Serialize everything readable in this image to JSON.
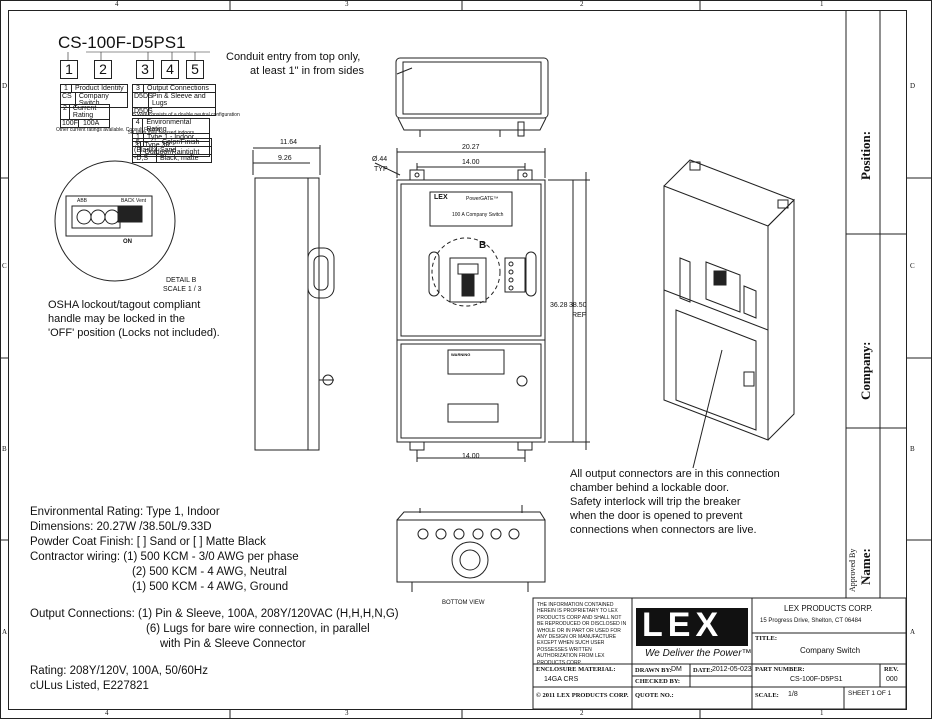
{
  "sheet": {
    "zone_numbers_top": [
      "4",
      "3",
      "2",
      "1"
    ],
    "zone_numbers_bottom": [
      "4",
      "3",
      "2",
      "1"
    ],
    "zone_letters_left": [
      "D",
      "C",
      "B",
      "A"
    ],
    "zone_letters_right": [
      "D",
      "C",
      "B",
      "A"
    ]
  },
  "part_code": {
    "title": "CS-100F-D5PS1",
    "boxes": [
      "1",
      "2",
      "3",
      "4",
      "5"
    ],
    "table1": {
      "num": "1",
      "header": "Product Identity",
      "code": "CS",
      "desc": "Company Switch"
    },
    "table2": {
      "num": "2",
      "header": "Current Rating",
      "code": "100F",
      "desc": "100A"
    },
    "table2_note": "Other current ratings available. Consult Factory",
    "table3": {
      "num": "3",
      "header": "Output Connections",
      "code1": "D5DS",
      "desc1": "Pin & Sleeve and Lugs",
      "code2": "D5DS",
      "note": "5 Wire consists of a double neutral configuration"
    },
    "table4": {
      "num": "4",
      "header": "Environmental Rating",
      "code1": "1",
      "desc1": "Type 1 - Indoor",
      "code2": "3",
      "desc2": "Type 3R - Outdoor/Raintight",
      "note": "5R units may be used indoors"
    },
    "table5": {
      "num": "5",
      "header": "Color/Finish",
      "code1": "(Blank)",
      "desc1": "Sand",
      "code2": "-D,S",
      "desc2": "Black, matte"
    }
  },
  "top_view": {
    "note_line1": "Conduit entry from top only,",
    "note_line2": "at least 1\" in from sides"
  },
  "detail": {
    "label": "DETAIL B",
    "scale": "SCALE 1 / 3",
    "switch_text_left": "ABB",
    "switch_text_right": "BACK Vent",
    "on_label": "ON"
  },
  "osha_note": [
    "OSHA lockout/tagout compliant",
    "handle may be locked in the",
    "'OFF' position (Locks not included)."
  ],
  "dimensions": {
    "side_depth": "11.64",
    "side_inner": "9.26",
    "width_overall": "20.27",
    "mount_spacing_top": "14.00",
    "hole": "Ø.44",
    "hole_typ": "TYP",
    "height_inner": "36.28",
    "height_overall": "38.50",
    "ref": "REF",
    "mount_spacing_bottom": "14.00",
    "callout_b": "B"
  },
  "front_panel": {
    "brand": "LEX",
    "product": "PowerGATE™",
    "subtitle": "100 A Company Switch",
    "warning": "WARNING"
  },
  "connector_note": [
    "All output connectors are in this connection",
    "chamber behind a lockable door.",
    "Safety interlock will trip the breaker",
    "when the door is opened to prevent",
    "connections when connectors are live."
  ],
  "bottom_view_label": "BOTTOM VIEW",
  "specs": {
    "environmental": "Environmental Rating: Type 1, Indoor",
    "dimensions": "Dimensions: 20.27W /38.50L/9.33D",
    "finish": "Powder Coat Finish: [ ] Sand or [ ] Matte Black",
    "wiring": [
      "Contractor wiring:  (1) 500 KCM - 3/0 AWG per phase",
      "(2) 500 KCM - 4 AWG, Neutral",
      "(1) 500 KCM - 4 AWG, Ground"
    ],
    "output": [
      "Output Connections:  (1) Pin & Sleeve, 100A, 208Y/120VAC (H,H,H,N,G)",
      "(6) Lugs for bare wire connection, in parallel",
      "with Pin & Sleeve Connector"
    ],
    "rating": "Rating: 208Y/120V, 100A, 50/60Hz",
    "listing": "cULus Listed, E227821"
  },
  "side_strip": {
    "position": "Position:",
    "company": "Company:",
    "name": "Name:",
    "approved_by": "Approved By"
  },
  "title_block": {
    "confidential": "THE INFORMATION CONTAINED HEREIN IS PROPRIETARY TO LEX PRODUCTS CORP AND SHALL NOT BE REPRODUCED OR DISCLOSED IN WHOLE OR IN PART OR USED FOR ANY DESIGN OR MANUFACTURE EXCEPT WHEN SUCH USER POSSESSES WRITTEN AUTHORIZATION FROM LEX PRODUCTS CORP.",
    "logo": "LEX",
    "tagline": "We Deliver the Power™",
    "company": "LEX PRODUCTS CORP.",
    "address": "15 Progress Drive, Shelton, CT 06484",
    "title_label": "TITLE:",
    "title": "Company Switch",
    "enclosure_label": "ENCLOSURE MATERIAL:",
    "enclosure": "14GA CRS",
    "drawn_label": "DRAWN BY:",
    "drawn": "DM",
    "date_label": "DATE:",
    "date": "2012-05-023",
    "checked_label": "CHECKED BY:",
    "part_label": "PART NUMBER:",
    "part": "CS-100F-D5PS1",
    "rev_label": "REV.",
    "rev": "000",
    "copyright": "© 2011 LEX PRODUCTS CORP.",
    "quote_label": "QUOTE NO.:",
    "scale_label": "SCALE:",
    "scale": "1/8",
    "sheet": "SHEET 1  OF 1"
  }
}
